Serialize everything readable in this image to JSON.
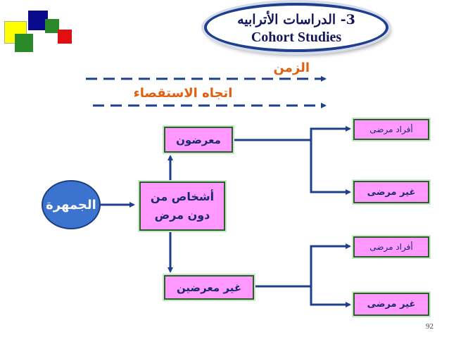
{
  "title": {
    "arabic": "3- الدراسات الأترابيه",
    "english": "Cohort Studies"
  },
  "time_label": "الزمن",
  "direction_label": "اتجاه الاستقصاء",
  "population": "الجمهرة",
  "persons_box": {
    "line1": "أشخاص من",
    "line2": "دون مرض"
  },
  "exposed": "معرضون",
  "unexposed": "غير معرضين",
  "outcomes": {
    "exposed_diseased": "أفراد مرضى",
    "exposed_not_diseased": "غير مرضى",
    "unexposed_diseased": "أفراد مرضى",
    "unexposed_not_diseased": "غير مرضى"
  },
  "page_number": "92",
  "colors": {
    "box_fill": "#ff99ff",
    "circle_fill": "#3b73cf",
    "arrow": "#1d3f8c",
    "label_orange": "#e06010"
  }
}
